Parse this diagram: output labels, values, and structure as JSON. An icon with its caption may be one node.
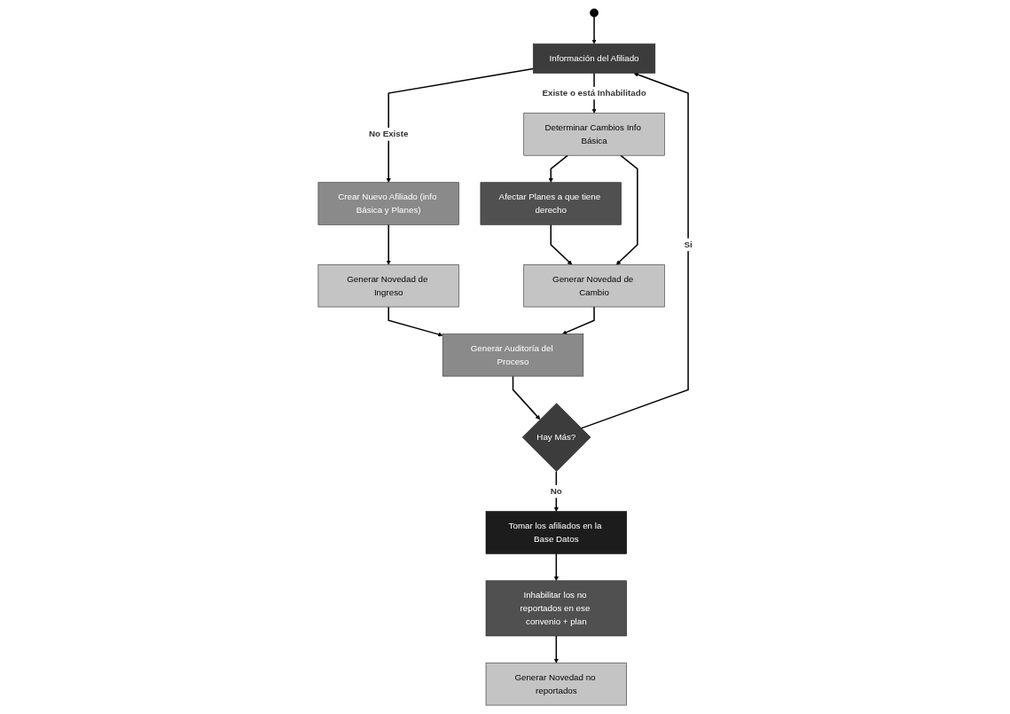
{
  "diagram": {
    "nodes": [
      {
        "text": [
          "Información del Afiliado"
        ]
      },
      {
        "text": [
          "Crear Nuevo Afiliado (info Básica y Planes)"
        ]
      },
      {
        "text": [
          "Generar Novedad de Ingreso"
        ]
      },
      {
        "text": [
          "Determinar Cambios Info Básica"
        ]
      },
      {
        "text": [
          "Afectar Planes a que tiene derecho"
        ]
      },
      {
        "text": [
          "Generar Novedad de Cambio"
        ]
      },
      {
        "text": [
          "Generar Auditoría del Proceso"
        ]
      },
      {
        "text": [
          "Hay Más?"
        ]
      },
      {
        "text": [
          "Tomar los afiliados en la Base Datos"
        ]
      },
      {
        "text": [
          "Inhabilitar los no reportados en ese convenio + plan"
        ]
      },
      {
        "text": [
          "Generar Novedad no reportados"
        ]
      }
    ],
    "edges": [
      {
        "from": null,
        "to": 0,
        "arrow": "to"
      },
      {
        "from": 0,
        "to": 1,
        "label": "No Existe",
        "arrow": "to"
      },
      {
        "from": 1,
        "to": 2,
        "arrow": "to"
      },
      {
        "from": 0,
        "to": 3,
        "label": "Existe o está Inhabilitado",
        "arrow": "to"
      },
      {
        "from": 3,
        "to": 4,
        "arrow": "to"
      },
      {
        "from": 4,
        "to": 5,
        "arrow": "to"
      },
      {
        "from": 3,
        "to": 5,
        "arrow": "to"
      },
      {
        "from": 2,
        "to": 6,
        "arrow": "to"
      },
      {
        "from": 5,
        "to": 6,
        "arrow": "to"
      },
      {
        "from": 6,
        "to": 7,
        "arrow": "to"
      },
      {
        "from": 7,
        "to": 0,
        "label": "Si",
        "arrow": "to"
      },
      {
        "from": 7,
        "to": 8,
        "label": "No",
        "arrow": "to"
      },
      {
        "from": 8,
        "to": 9,
        "arrow": "to"
      },
      {
        "from": 9,
        "to": 10,
        "arrow": "to"
      }
    ]
  }
}
